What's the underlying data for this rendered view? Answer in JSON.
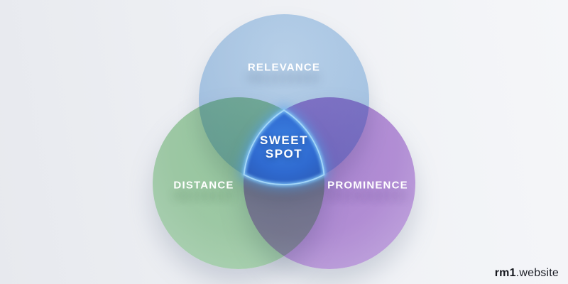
{
  "diagram": {
    "type": "venn-3-circles",
    "background_color": "#eef0f4",
    "circles": [
      {
        "label": "RELEVANCE",
        "color": "#b3d0ec",
        "position": "top"
      },
      {
        "label": "DISTANCE",
        "color": "#a9d6ac",
        "position": "bottom-left"
      },
      {
        "label": "PROMINENCE",
        "color": "#bc95dc",
        "position": "bottom-right"
      }
    ],
    "overlap_colors": {
      "relevance_distance": "#6fa499",
      "relevance_prominence": "#8f95e0",
      "distance_prominence": "#8aa3b8"
    },
    "center": {
      "label_lines": [
        "SWEET",
        "SPOT"
      ],
      "fill_color": "#2f6ad0",
      "glow_color": "#8ccaf8"
    }
  },
  "watermark": {
    "brand": "rm1",
    "suffix": ".website",
    "color": "#15171d"
  }
}
